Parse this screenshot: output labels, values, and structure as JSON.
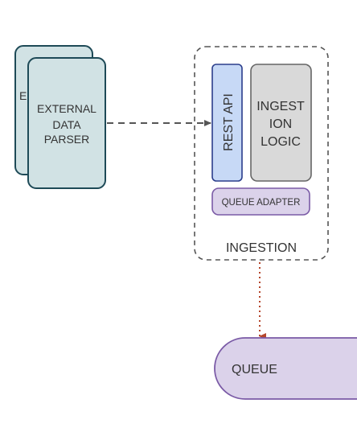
{
  "diagram": {
    "external_parser": {
      "back_card_label_fragment": "E",
      "lines": [
        "EXTERNAL",
        "DATA",
        "PARSER"
      ],
      "fill": "#d1e2e4",
      "stroke": "#1e4a57"
    },
    "ingestion_group": {
      "label": "INGESTION",
      "stroke": "#555555"
    },
    "rest_api": {
      "label": "REST API",
      "fill": "#c7d9f6",
      "stroke": "#2b3e8c"
    },
    "ingestion_logic": {
      "lines": [
        "INGEST",
        "ION",
        "LOGIC"
      ],
      "fill": "#d9d9d9",
      "stroke": "#666666"
    },
    "queue_adapter": {
      "label": "QUEUE ADAPTER",
      "fill": "#dbd2ea",
      "stroke": "#7a5aa6"
    },
    "queue": {
      "label": "QUEUE",
      "fill": "#dbd2ea",
      "stroke": "#7a5aa6"
    },
    "connectors": {
      "parser_to_rest_color": "#555555",
      "ingestion_to_queue_color": "#b5462c"
    }
  }
}
